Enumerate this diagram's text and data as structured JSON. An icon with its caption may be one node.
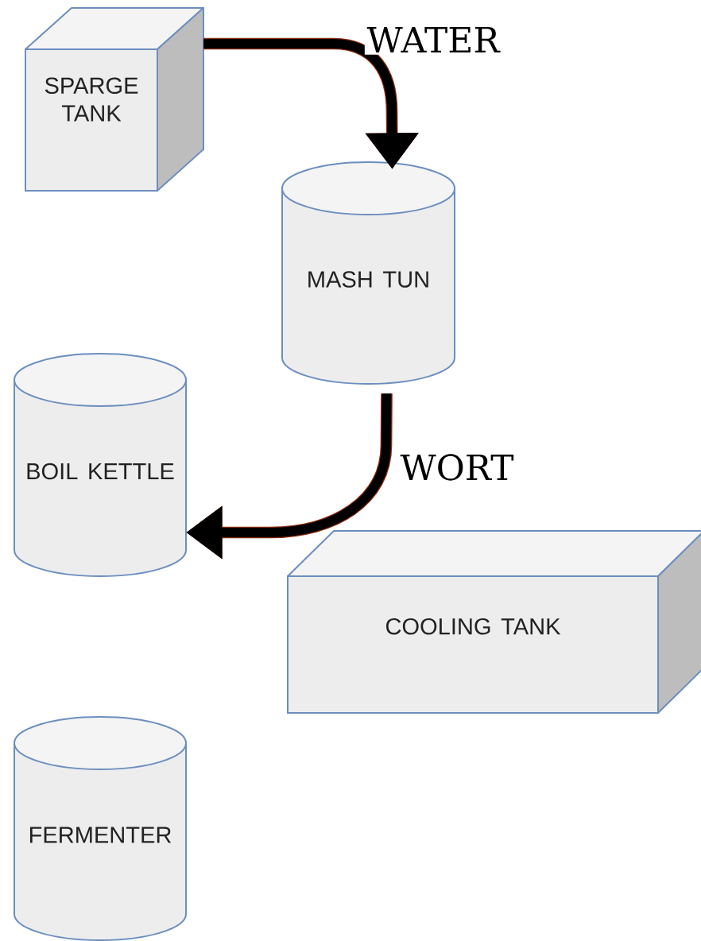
{
  "diagram": {
    "nodes": [
      {
        "text": [
          "SPARGE TANK"
        ]
      },
      {
        "text": [
          "MASH TUN"
        ]
      },
      {
        "text": [
          "BOIL KETTLE"
        ]
      },
      {
        "text": [
          "COOLING TANK"
        ]
      },
      {
        "text": [
          "FERMENTER"
        ]
      }
    ],
    "edges": [
      {
        "from": 0,
        "to": 1,
        "arrow": "to",
        "label": "WATER"
      },
      {
        "from": 1,
        "to": 2,
        "arrow": "to",
        "label": "WORT"
      }
    ]
  }
}
